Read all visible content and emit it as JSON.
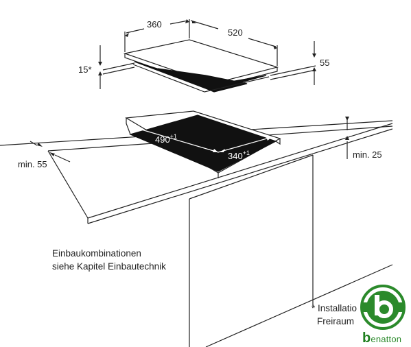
{
  "dimensions": {
    "hob_depth": "360",
    "hob_width": "520",
    "hob_thickness": "55",
    "gap_below": "15*",
    "cutout_width": "490",
    "cutout_width_tol": "+1",
    "cutout_depth": "340",
    "cutout_depth_tol": "+1",
    "min_front": "min. 55",
    "min_top": "min. 25"
  },
  "notes": {
    "line1": "Einbaukombinationen",
    "line2": "siehe Kapitel Einbautechnik",
    "footnote1": "* Installatio",
    "footnote2": "Freiraum"
  },
  "logo": {
    "symbol": "b",
    "text_initial": "b",
    "text_rest": "enatton",
    "color": "#2b8a2b"
  }
}
